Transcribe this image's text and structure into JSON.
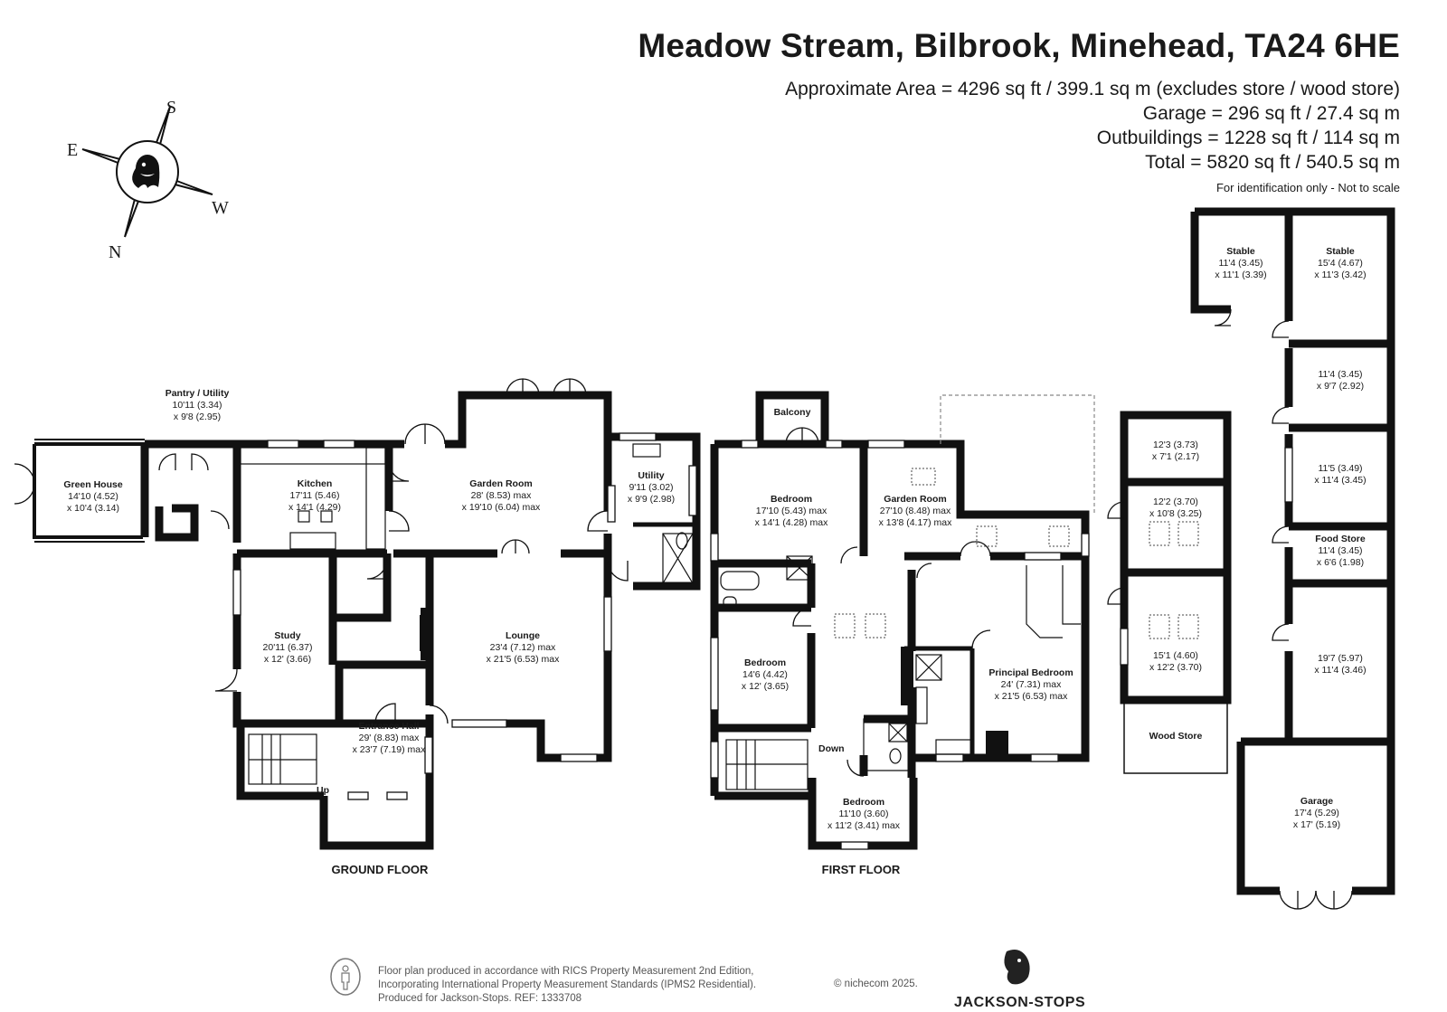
{
  "header": {
    "title": "Meadow Stream, Bilbrook, Minehead, TA24 6HE",
    "areas": [
      "Approximate Area = 4296 sq ft / 399.1 sq m (excludes store / wood store)",
      "Garage = 296 sq ft / 27.4 sq m",
      "Outbuildings = 1228 sq ft / 114 sq m",
      "Total = 5820 sq ft / 540.5 sq m"
    ],
    "note": "For identification only - Not to scale"
  },
  "compass": {
    "s": "S",
    "e": "E",
    "w": "W",
    "n": "N"
  },
  "floors": {
    "ground": "GROUND FLOOR",
    "first": "FIRST FLOOR"
  },
  "rooms": {
    "pantry": {
      "name": "Pantry / Utility",
      "dim1": "10'11 (3.34)",
      "dim2": "x 9'8 (2.95)"
    },
    "greenhouse": {
      "name": "Green House",
      "dim1": "14'10 (4.52)",
      "dim2": "x 10'4 (3.14)"
    },
    "kitchen": {
      "name": "Kitchen",
      "dim1": "17'11 (5.46)",
      "dim2": "x 14'1 (4.29)"
    },
    "gardenroom_g": {
      "name": "Garden Room",
      "dim1": "28' (8.53) max",
      "dim2": "x 19'10 (6.04) max"
    },
    "utility": {
      "name": "Utility",
      "dim1": "9'11 (3.02)",
      "dim2": "x 9'9 (2.98)"
    },
    "study": {
      "name": "Study",
      "dim1": "20'11 (6.37)",
      "dim2": "x 12' (3.66)"
    },
    "lounge": {
      "name": "Lounge",
      "dim1": "23'4 (7.12) max",
      "dim2": "x 21'5 (6.53) max"
    },
    "hall": {
      "name": "Entrance Hall",
      "dim1": "29' (8.83) max",
      "dim2": "x 23'7 (7.19) max"
    },
    "balcony": {
      "name": "Balcony"
    },
    "bedroom1": {
      "name": "Bedroom",
      "dim1": "17'10 (5.43) max",
      "dim2": "x 14'1 (4.28) max"
    },
    "gardenroom_f": {
      "name": "Garden Room",
      "dim1": "27'10 (8.48) max",
      "dim2": "x 13'8 (4.17) max"
    },
    "bedroom2": {
      "name": "Bedroom",
      "dim1": "14'6 (4.42)",
      "dim2": "x 12' (3.65)"
    },
    "principal": {
      "name": "Principal Bedroom",
      "dim1": "24' (7.31) max",
      "dim2": "x 21'5 (6.53) max"
    },
    "bedroom3": {
      "name": "Bedroom",
      "dim1": "11'10 (3.60)",
      "dim2": "x 11'2 (3.41) max"
    },
    "out1": {
      "dim1": "12'3 (3.73)",
      "dim2": "x 7'1 (2.17)"
    },
    "out2": {
      "dim1": "12'2 (3.70)",
      "dim2": "x 10'8 (3.25)"
    },
    "out3": {
      "dim1": "15'1 (4.60)",
      "dim2": "x 12'2 (3.70)"
    },
    "woodstore": {
      "name": "Wood Store"
    },
    "stable1": {
      "name": "Stable",
      "dim1": "11'4 (3.45)",
      "dim2": "x 11'1 (3.39)"
    },
    "stable2": {
      "name": "Stable",
      "dim1": "15'4 (4.67)",
      "dim2": "x 11'3 (3.42)"
    },
    "r1": {
      "dim1": "11'4 (3.45)",
      "dim2": "x 9'7 (2.92)"
    },
    "r2": {
      "dim1": "11'5 (3.49)",
      "dim2": "x 11'4 (3.45)"
    },
    "foodstore": {
      "name": "Food Store",
      "dim1": "11'4 (3.45)",
      "dim2": "x 6'6 (1.98)"
    },
    "r3": {
      "dim1": "19'7 (5.97)",
      "dim2": "x 11'4 (3.46)"
    },
    "garage": {
      "name": "Garage",
      "dim1": "17'4 (5.29)",
      "dim2": "x 17' (5.19)"
    }
  },
  "stairs": {
    "up": "Up",
    "down": "Down"
  },
  "footer": {
    "line1": "Floor plan produced in accordance with RICS Property Measurement 2nd Edition,",
    "line2": "Incorporating International Property Measurement Standards (IPMS2 Residential).",
    "line3": "Produced for Jackson-Stops.   REF: 1333708",
    "copyright": "© nichecom 2025.",
    "brand": "JACKSON-STOPS"
  },
  "colors": {
    "wall": "#111111",
    "text": "#1a1a1a",
    "muted": "#555555"
  }
}
